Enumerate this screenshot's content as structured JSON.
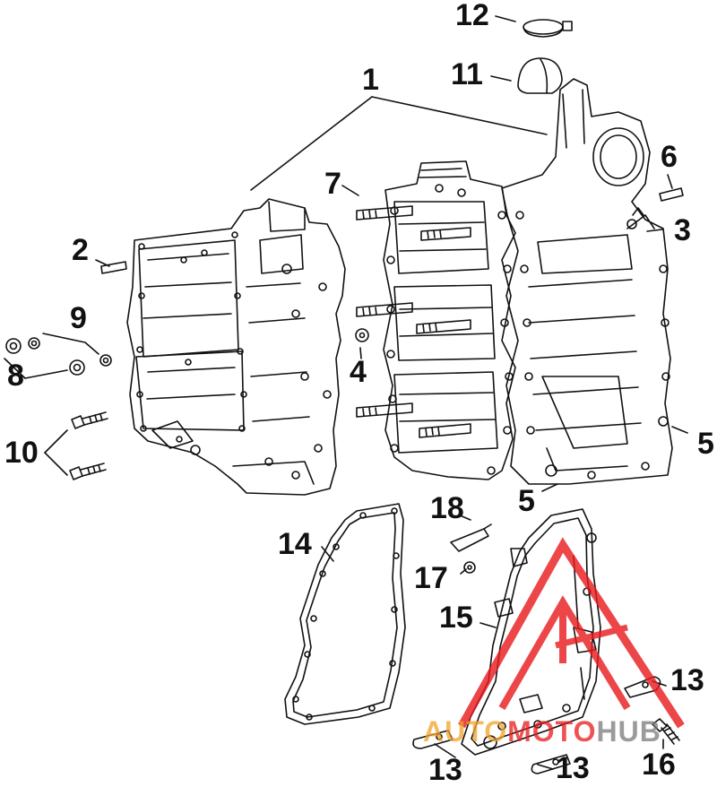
{
  "callouts": {
    "c1": "1",
    "c2": "2",
    "c3": "3",
    "c4": "4",
    "c5a": "5",
    "c5b": "5",
    "c6": "6",
    "c7": "7",
    "c8": "8",
    "c9": "9",
    "c10": "10",
    "c11": "11",
    "c12": "12",
    "c13a": "13",
    "c13b": "13",
    "c13c": "13",
    "c14": "14",
    "c15": "15",
    "c16": "16",
    "c17": "17",
    "c18": "18"
  },
  "watermark": {
    "part1": "AUTO",
    "part2": "MOTO",
    "part3": "HUB",
    "color_primary": "#e8191c",
    "color_secondary": "#f2a32a",
    "color_tertiary": "#7a7a7a"
  },
  "line_color": "#111111"
}
